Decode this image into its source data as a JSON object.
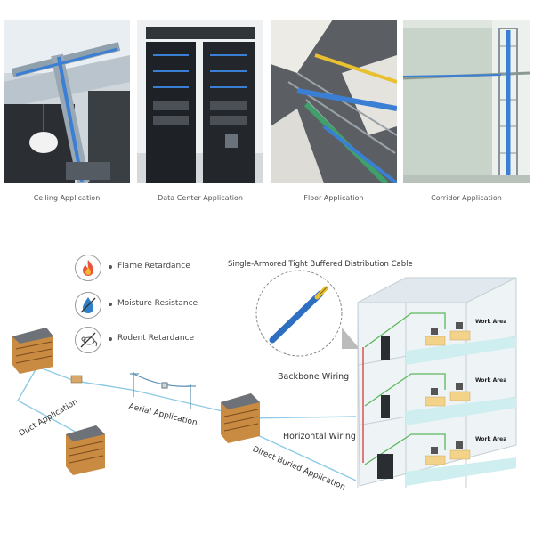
{
  "applications": [
    {
      "caption": "Ceiling Application",
      "icon": "ceiling-photo"
    },
    {
      "caption": "Data Center Application",
      "icon": "data-center-photo"
    },
    {
      "caption": "Floor Application",
      "icon": "floor-photo"
    },
    {
      "caption": "Corridor Application",
      "icon": "corridor-photo"
    }
  ],
  "features": [
    {
      "label": "Flame Retardance",
      "icon": "flame-icon"
    },
    {
      "label": "Moisture Resistance",
      "icon": "water-drop-icon"
    },
    {
      "label": "Rodent Retardance",
      "icon": "rodent-icon"
    }
  ],
  "cable_title": "Single-Armored Tight Buffered Distribution Cable",
  "routes": {
    "duct": "Duct Application",
    "aerial": "Aerial Application",
    "buried": "Direct Buried Application"
  },
  "wiring": {
    "backbone": "Backbone Wiring",
    "horizontal": "Horizontal Wiring"
  },
  "work_area": "Work Area",
  "colors": {
    "cable_blue": "#3b7fd4",
    "fiber_yellow": "#e8c030",
    "wiring_red": "#d9534f",
    "wiring_green": "#5cb85c"
  }
}
